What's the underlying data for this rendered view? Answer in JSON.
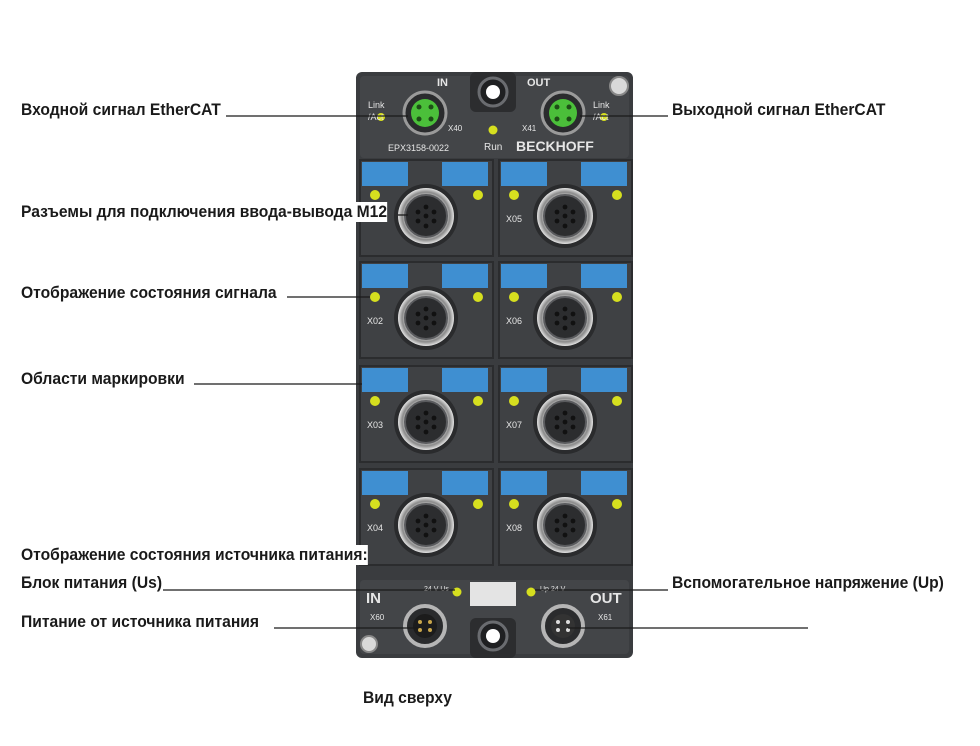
{
  "labels": {
    "ethercat_in": "Входной сигнал EtherCAT",
    "ethercat_out": "Выходной сигнал EtherCAT",
    "m12_connectors": "Разъемы для подключения ввода-вывода М12",
    "signal_status": "Отображение состояния сигнала",
    "marking_areas": "Области маркировки",
    "power_status": "Отображение состояния источника питания:",
    "power_supply_unit": "Блок питания (Us)",
    "aux_voltage": "Вспомогательное напряжение (Uр)",
    "power_input": "Питание от источника питания"
  },
  "caption": "Вид сверху",
  "module": {
    "in_label": "IN",
    "out_label": "OUT",
    "link_act": [
      "Link",
      "/Act"
    ],
    "x40": "X40",
    "x41": "X41",
    "model": "EPX3158-0022",
    "run": "Run",
    "brand": "BECKHOFF",
    "ports_left": [
      "X02",
      "X03",
      "X04"
    ],
    "ports_right": [
      "X05",
      "X06",
      "X07",
      "X08"
    ],
    "power_in": "IN",
    "power_out": "OUT",
    "x60": "X60",
    "x61": "X61",
    "us_label": "24 V Us",
    "up_label": "Up 24 V"
  },
  "colors": {
    "housing": "#3c3e41",
    "label_area": "#3f8fd1",
    "led": "#d6df1f",
    "connector_green": "#4bbf3a"
  }
}
